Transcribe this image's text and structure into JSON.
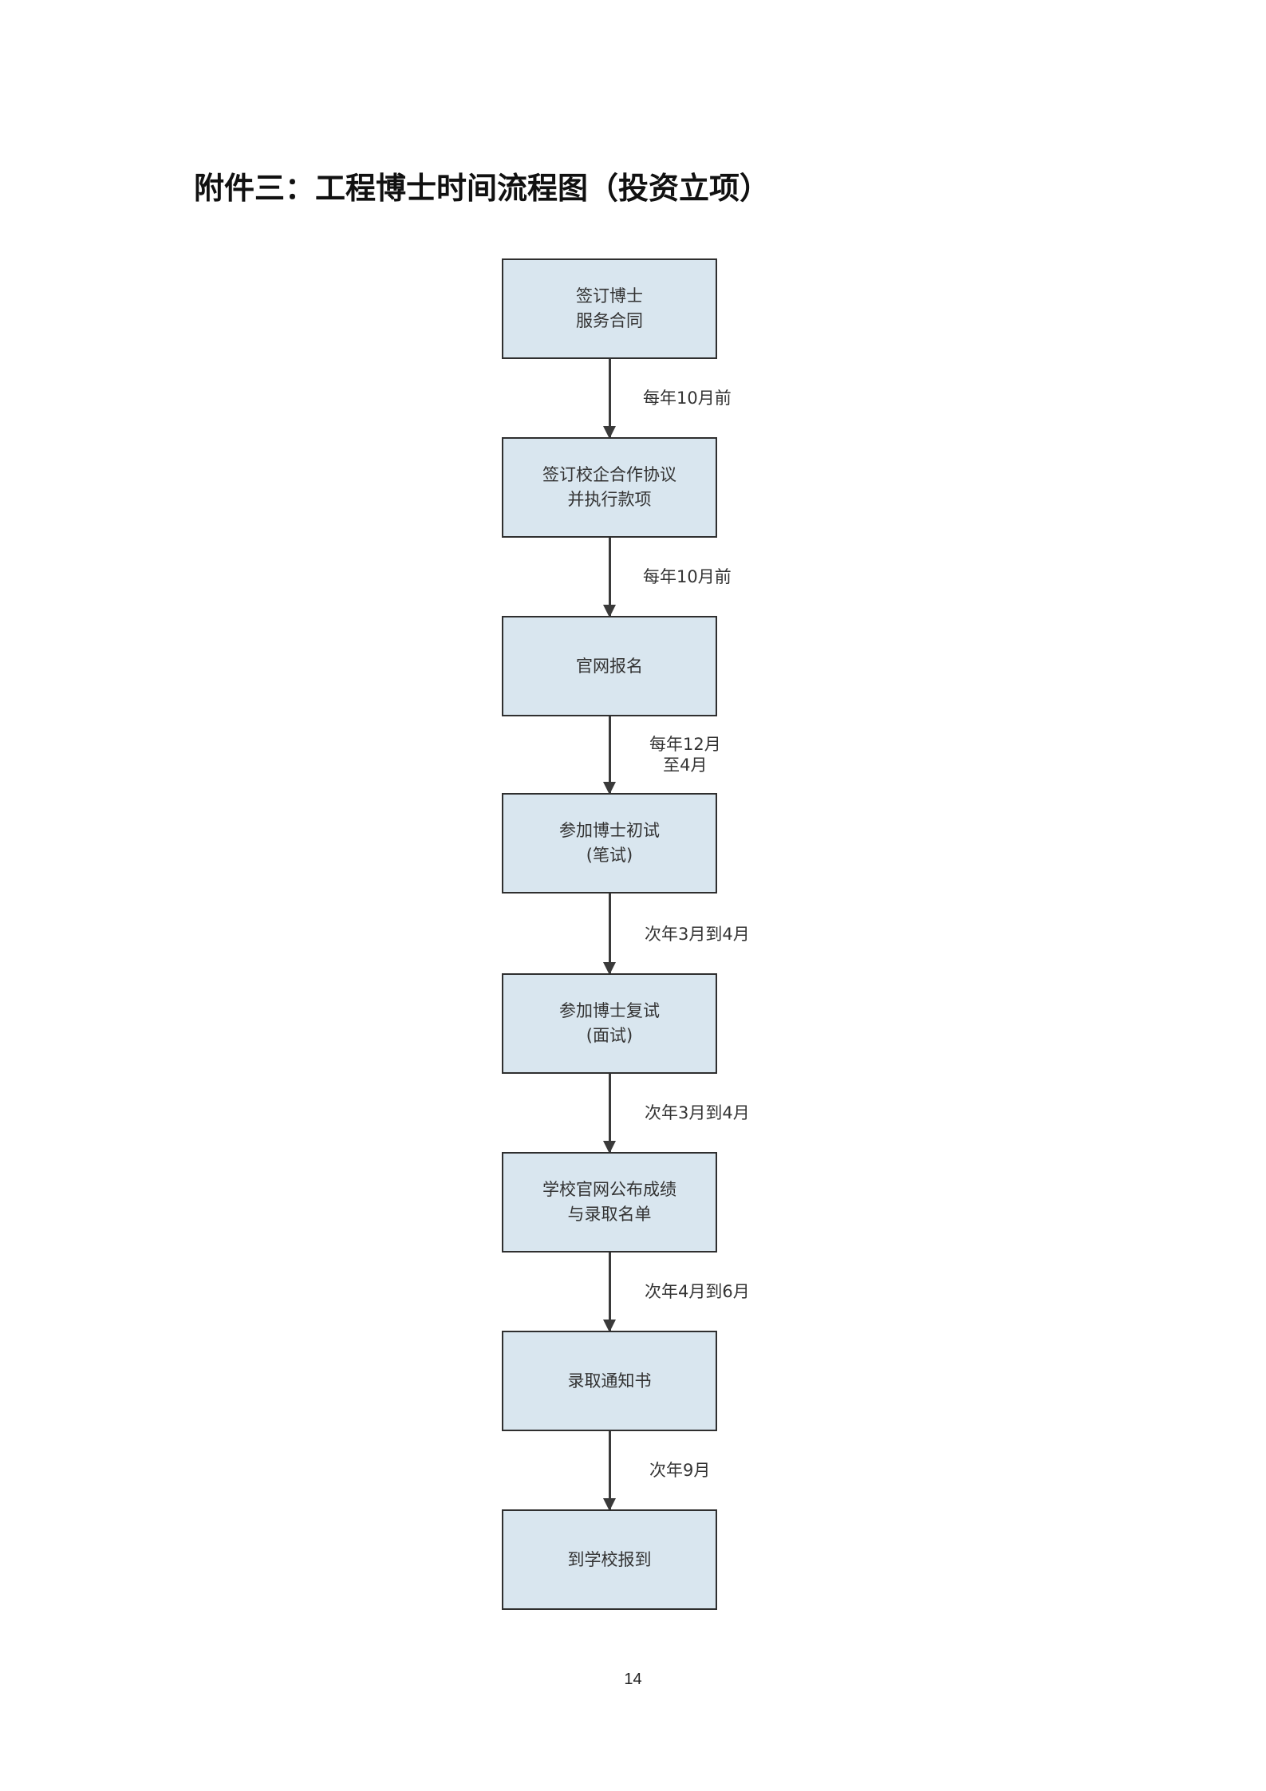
{
  "title": "附件三：工程博士时间流程图（投资立项）",
  "steps": [
    {
      "line1": "签订博士",
      "line2": "服务合同"
    },
    {
      "line1": "签订校企合作协议",
      "line2": "并执行款项"
    },
    {
      "line1": "官网报名",
      "line2": ""
    },
    {
      "line1": "参加博士初试",
      "line2": "(笔试)"
    },
    {
      "line1": "参加博士复试",
      "line2": "(面试)"
    },
    {
      "line1": "学校官网公布成绩",
      "line2": "与录取名单"
    },
    {
      "line1": "录取通知书",
      "line2": ""
    },
    {
      "line1": "到学校报到",
      "line2": ""
    }
  ],
  "transitions": [
    {
      "line1": "每年10月前",
      "line2": ""
    },
    {
      "line1": "每年10月前",
      "line2": ""
    },
    {
      "line1": "每年12月",
      "line2": "至4月"
    },
    {
      "line1": "次年3月到4月",
      "line2": ""
    },
    {
      "line1": "次年3月到4月",
      "line2": ""
    },
    {
      "line1": "次年4月到6月",
      "line2": ""
    },
    {
      "line1": "次年9月",
      "line2": ""
    }
  ],
  "page_number": "14",
  "colors": {
    "box_fill": "#d9e6ef",
    "box_border": "#2f2f2f",
    "arrow": "#3a3a3a"
  }
}
